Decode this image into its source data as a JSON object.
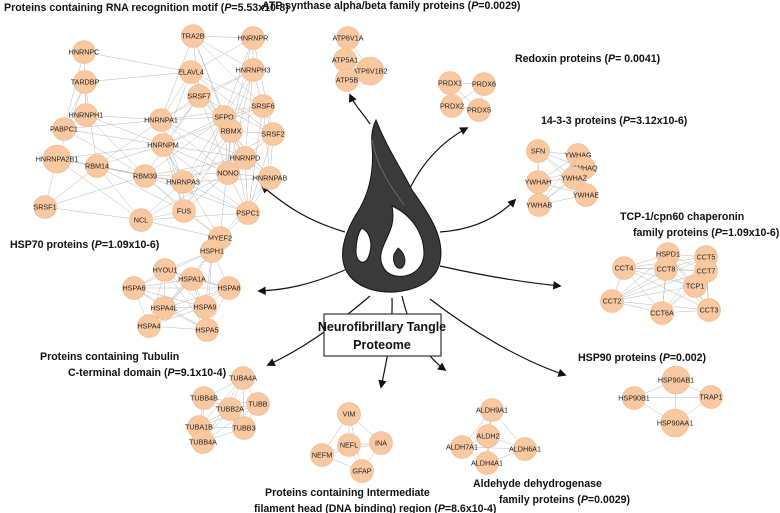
{
  "center": {
    "lines": [
      "Neurofibrillary Tangle",
      "Proteome"
    ]
  },
  "clusters": [
    {
      "id": "rrm",
      "title_lines": [
        {
          "pre": "Proteins containing RNA recognition motif (",
          "p": "P",
          "post": "=5.53x10-8)"
        }
      ],
      "nodes": [
        "HNRNPC",
        "TRA2B",
        "HNRNPR",
        "ELAVL4",
        "TARDBP",
        "HNRNPH3",
        "SRSF7",
        "HNRNPH1",
        "HNRNPA1",
        "SFPQ",
        "SRSF6",
        "PABPC1",
        "RBMX",
        "HNRNPA2B1",
        "HNRNPD",
        "SRSF2",
        "HNRNPM",
        "RBM14",
        "NONO",
        "HNRNPAB",
        "RBM39",
        "SRSF1",
        "HNRNPA3",
        "PSPC1",
        "NCL",
        "FUS",
        "MYEF2"
      ],
      "edges": "dense"
    },
    {
      "id": "atp",
      "title_lines": [
        {
          "pre": "ATP synthase alpha/beta family proteins (",
          "p": "P",
          "post": "=0.0029)"
        }
      ],
      "nodes": [
        "ATP6V1A",
        "ATP5A1",
        "ATP6V1B2",
        "ATP5B"
      ],
      "edges": "dense"
    },
    {
      "id": "redoxin",
      "title_lines": [
        {
          "pre": "Redoxin proteins (",
          "p": "P",
          "post": "= 0.0041)"
        }
      ],
      "nodes": [
        "PRDX1",
        "PRDX6",
        "PRDX2",
        "PRDX5"
      ],
      "edges": "dense"
    },
    {
      "id": "p1433",
      "title_lines": [
        {
          "pre": "14-3-3 proteins (",
          "p": "P",
          "post": "=3.12x10-6)"
        }
      ],
      "nodes": [
        "SFN",
        "YWHAG",
        "YWHAQ",
        "YWHAH",
        "YWHAZ",
        "YWHAE",
        "YWHAB"
      ],
      "edges": "dense"
    },
    {
      "id": "tcp",
      "title_lines": [
        {
          "pre": "TCP-1/cpn60 chaperonin",
          "p": "",
          "post": ""
        },
        {
          "pre": "family proteins (",
          "p": "P",
          "post": "=1.09x10-6)"
        }
      ],
      "nodes": [
        "HSPD1",
        "CCT5",
        "CCT7",
        "CCT4",
        "CCT8",
        "TCP1",
        "CCT2",
        "CCT6A",
        "CCT3"
      ],
      "edges": "dense"
    },
    {
      "id": "hsp70",
      "title_lines": [
        {
          "pre": "HSP70 proteins (",
          "p": "P",
          "post": "=1.09x10-6)"
        }
      ],
      "nodes": [
        "HSPH1",
        "HYOU1",
        "HSPA1A",
        "HSPA6",
        "HSPA8",
        "HSPA4L",
        "HSPA9",
        "HSPA4",
        "HSPA5"
      ],
      "edges": "dense"
    },
    {
      "id": "hsp90",
      "title_lines": [
        {
          "pre": "HSP90 proteins (",
          "p": "P",
          "post": "=0.002)"
        }
      ],
      "nodes": [
        "HSP90AB1",
        "HSP90B1",
        "TRAP1",
        "HSP90AA1"
      ],
      "edges": "dense"
    },
    {
      "id": "tubulin",
      "title_lines": [
        {
          "pre": "Proteins containing Tubulin",
          "p": "",
          "post": ""
        },
        {
          "pre": "C-terminal domain (",
          "p": "P",
          "post": "=9.1x10-4)"
        }
      ],
      "nodes": [
        "TUBA4A",
        "TUBB4B",
        "TUBB",
        "TUBB2A",
        "TUBA1B",
        "TUBB3",
        "TUBB4A"
      ],
      "edges": "dense"
    },
    {
      "id": "ifh",
      "title_lines": [
        {
          "pre": "Proteins containing Intermediate",
          "p": "",
          "post": ""
        },
        {
          "pre": "filament head (DNA binding) region (",
          "p": "P",
          "post": "=8.6x10-4)"
        }
      ],
      "nodes": [
        "VIM",
        "NEFL",
        "INA",
        "NEFM",
        "GFAP"
      ],
      "edges": "dense"
    },
    {
      "id": "aldh",
      "title_lines": [
        {
          "pre": "Aldehyde dehydrogenase",
          "p": "",
          "post": ""
        },
        {
          "pre": "family proteins (",
          "p": "P",
          "post": "=0.0029)"
        }
      ],
      "nodes": [
        "ALDH9A1",
        "ALDH2",
        "ALDH7A1",
        "ALDH6A1",
        "ALDH4A1"
      ],
      "edges": "dense"
    }
  ]
}
